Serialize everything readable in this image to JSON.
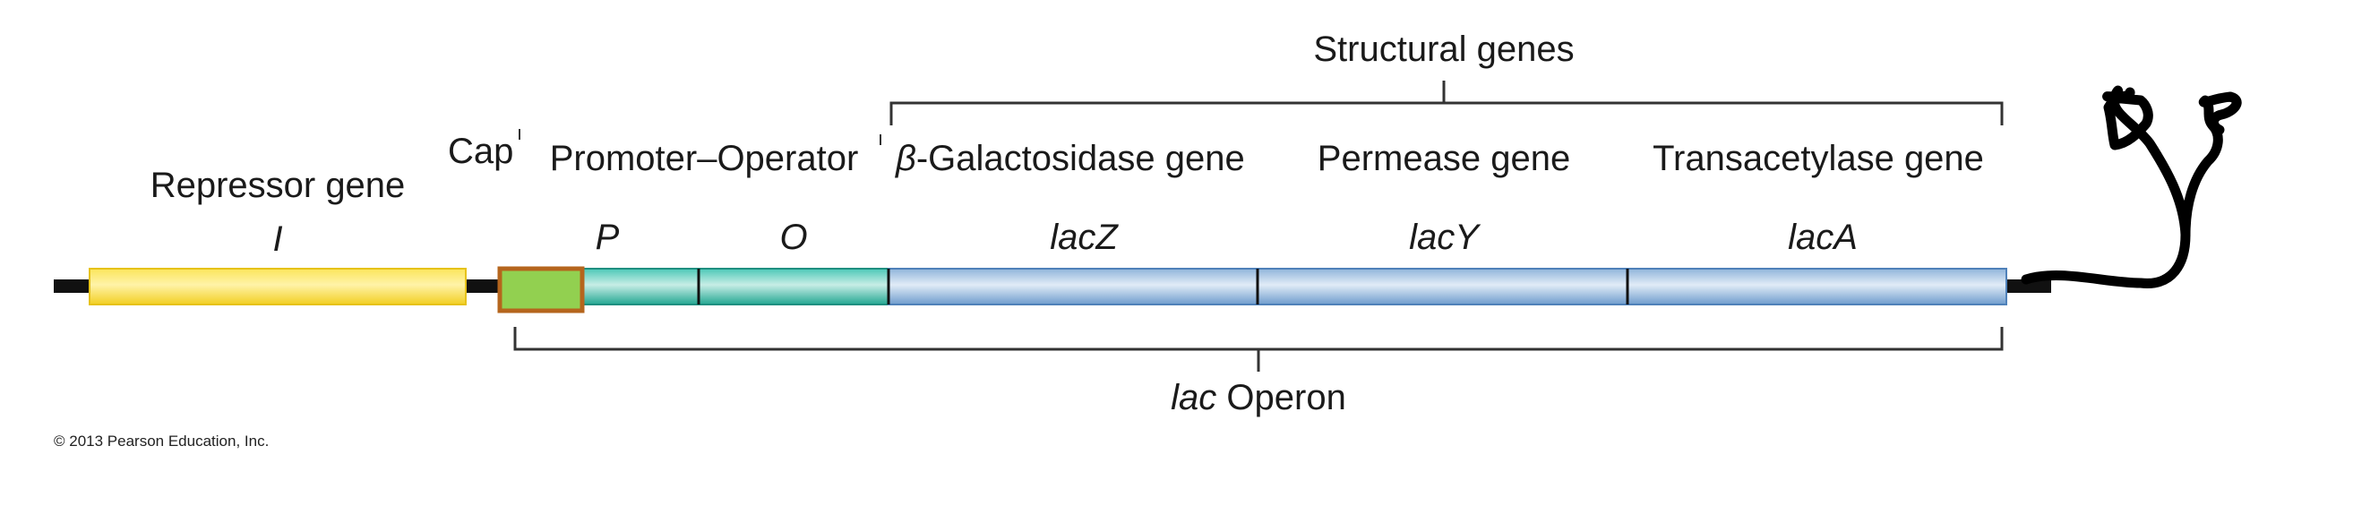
{
  "labels": {
    "structural_genes": "Structural genes",
    "repressor_gene": "Repressor gene",
    "repressor_symbol": "I",
    "cap": "Cap",
    "promoter_operator": "Promoter–Operator",
    "beta_symbol": "β",
    "galactosidase_gene": "-Galactosidase gene",
    "permease_gene": "Permease gene",
    "transacetylase_gene": "Transacetylase gene",
    "p_symbol": "P",
    "o_symbol": "O",
    "lacz": "lacZ",
    "lacy": "lacY",
    "laca": "lacA",
    "lac_italic": "lac",
    "operon_word": "Operon",
    "copyright": "© 2013 Pearson Education, Inc."
  },
  "colors": {
    "repressor": "#f7e04a",
    "cap": "#92d050",
    "cap_border": "#b5651d",
    "promoter_operator": "#3fbfad",
    "structural": "#94b8dc",
    "dna": "#111111",
    "bracket": "#333333"
  }
}
